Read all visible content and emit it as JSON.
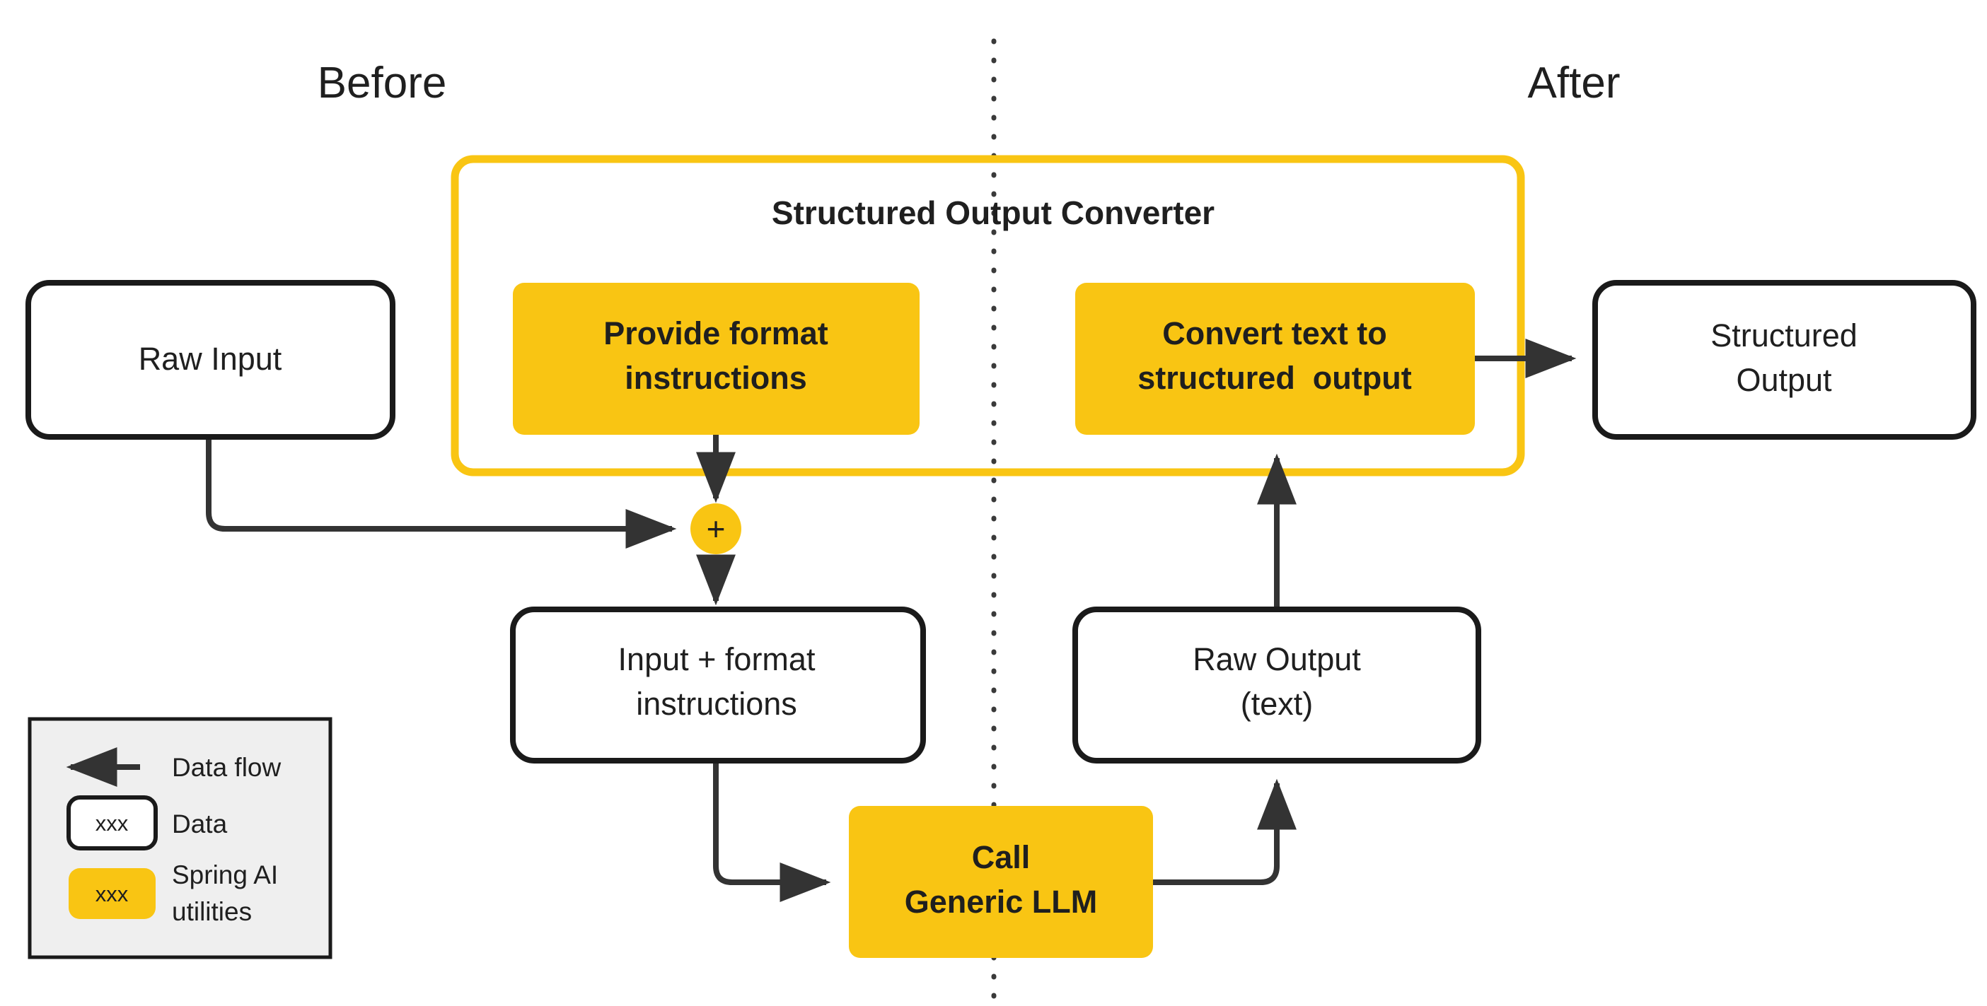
{
  "theme": {
    "accent_yellow": "#F9C513",
    "box_stroke": "#1a1a1a",
    "text_color": "#1f1f1f",
    "legend_bg": "#efefef",
    "background": "#ffffff"
  },
  "sections": {
    "before_label": "Before",
    "after_label": "After"
  },
  "group": {
    "title": "Structured Output Converter"
  },
  "nodes": {
    "raw_input": {
      "label": "Raw Input",
      "kind": "data"
    },
    "provide_format": {
      "line1": "Provide format",
      "line2": "instructions",
      "kind": "spring-ai"
    },
    "convert_text": {
      "line1": "Convert text to",
      "line2": "structured  output",
      "kind": "spring-ai"
    },
    "structured_output": {
      "line1": "Structured",
      "line2": "Output",
      "kind": "data"
    },
    "junction": {
      "label": "+",
      "kind": "spring-ai"
    },
    "input_plus_format": {
      "line1": "Input + format",
      "line2": "instructions",
      "kind": "data"
    },
    "raw_output": {
      "line1": "Raw Output",
      "line2": "(text)",
      "kind": "data"
    },
    "call_llm": {
      "line1": "Call",
      "line2": "Generic LLM",
      "kind": "spring-ai"
    }
  },
  "legend": {
    "items": [
      {
        "icon": "arrow-left-icon",
        "label": "Data flow"
      },
      {
        "icon": "white-box-icon",
        "chip": "xxx",
        "label": "Data"
      },
      {
        "icon": "yellow-box-icon",
        "chip": "xxx",
        "line1": "Spring AI",
        "line2": "utilities"
      }
    ]
  }
}
